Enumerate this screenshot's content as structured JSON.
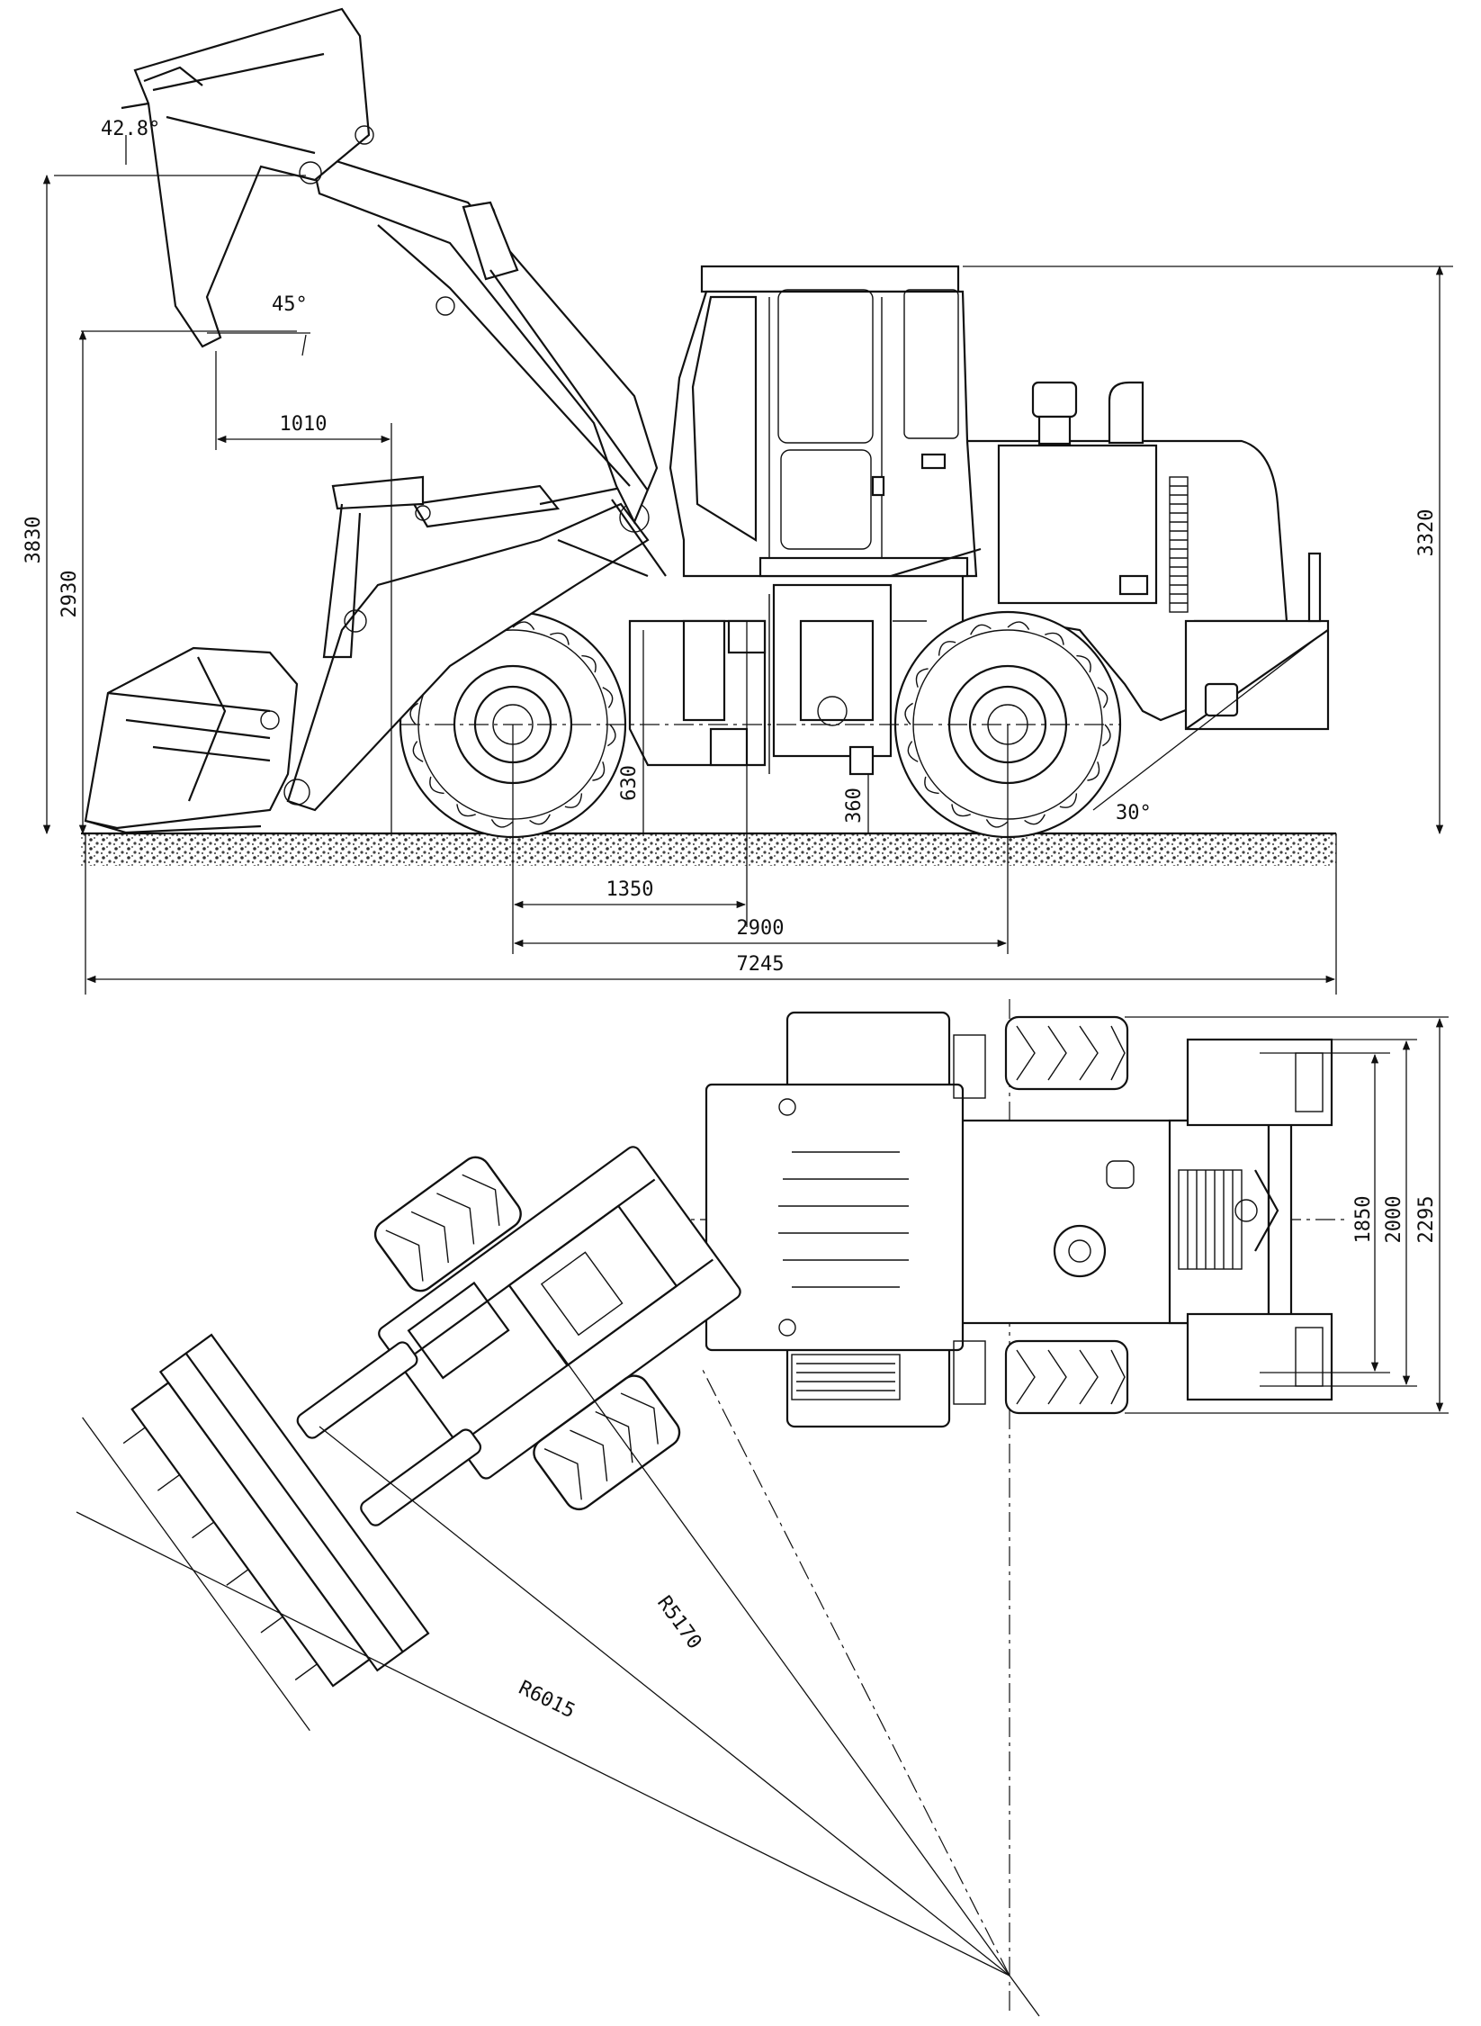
{
  "side_view": {
    "dimensions": {
      "bucket_dump_angle": "42.8°",
      "bucket_tilt_angle": "45°",
      "dump_reach": "1010",
      "max_pin_height": "3830",
      "dump_clearance": "2930",
      "ground_clearance": "630",
      "min_clearance": "360",
      "departure_angle": "30°",
      "overall_height": "3320",
      "front_axle_to_hinge": "1350",
      "wheelbase": "2900",
      "overall_length": "7245"
    }
  },
  "top_view": {
    "dimensions": {
      "tread_width": "1850",
      "overall_width_tires": "2000",
      "bucket_width": "2295",
      "outer_turning_radius_tire": "R5170",
      "outer_turning_radius_bucket": "R6015"
    }
  }
}
